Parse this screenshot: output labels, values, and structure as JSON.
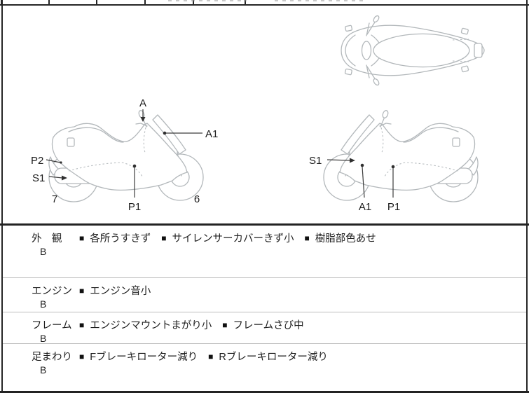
{
  "page": {
    "background": "#ffffff",
    "border_color": "#262626",
    "row_divider_color": "#bdbdbd",
    "line_art_color": "#b3b8bb",
    "text_color": "#1e1e1e"
  },
  "diagram": {
    "left_view_labels": {
      "a": "A",
      "a1": "A1",
      "p2": "P2",
      "s1": "S1",
      "num7": "7",
      "p1": "P1",
      "num6": "6"
    },
    "right_view_labels": {
      "s1": "S1",
      "a1": "A1",
      "p1": "P1"
    }
  },
  "notes": {
    "bullet": "■",
    "rows": [
      {
        "category": "外　観",
        "grade": "B",
        "items": [
          "各所うすきず",
          "サイレンサーカバーきず小",
          "樹脂部色あせ"
        ]
      },
      {
        "category": "エンジン",
        "grade": "B",
        "items": [
          "エンジン音小"
        ]
      },
      {
        "category": "フレーム",
        "grade": "B",
        "items": [
          "エンジンマウントまがり小",
          "フレームさび中"
        ]
      },
      {
        "category": "足まわり",
        "grade": "B",
        "items": [
          "Fブレーキローター減り",
          "Rブレーキローター減り"
        ]
      }
    ]
  }
}
